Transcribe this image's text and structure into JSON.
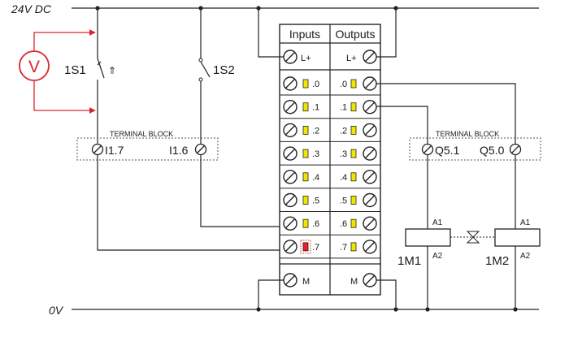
{
  "rails": {
    "top": "24V DC",
    "bottom": "0V"
  },
  "meter": {
    "symbol": "V"
  },
  "switches": [
    {
      "label": "1S1",
      "arrow": "⇑"
    },
    {
      "label": "1S2"
    }
  ],
  "left_terminal_block": {
    "title": "TERMINAL BLOCK",
    "terminals": [
      "I1.7",
      "I1.6"
    ]
  },
  "right_terminal_block": {
    "title": "TERMINAL BLOCK",
    "terminals": [
      "Q5.1",
      "Q5.0"
    ]
  },
  "io_module": {
    "inputs_header": "Inputs",
    "outputs_header": "Outputs",
    "supply_in": "L+",
    "supply_out": "L+",
    "input_channels": [
      ".0",
      ".1",
      ".2",
      ".3",
      ".4",
      ".5",
      ".6",
      ".7"
    ],
    "output_channels": [
      ".0",
      ".1",
      ".2",
      ".3",
      ".4",
      ".5",
      ".6",
      ".7"
    ],
    "ground_in": "M",
    "ground_out": "M",
    "active_input_index": 7
  },
  "coils": [
    {
      "label": "1M1",
      "a1": "A1",
      "a2": "A2"
    },
    {
      "label": "1M2",
      "a1": "A1",
      "a2": "A2"
    }
  ],
  "colors": {
    "wire": "#222222",
    "meter": "#d9262b",
    "led": "#f2e600",
    "led_active": "#e8202a"
  }
}
